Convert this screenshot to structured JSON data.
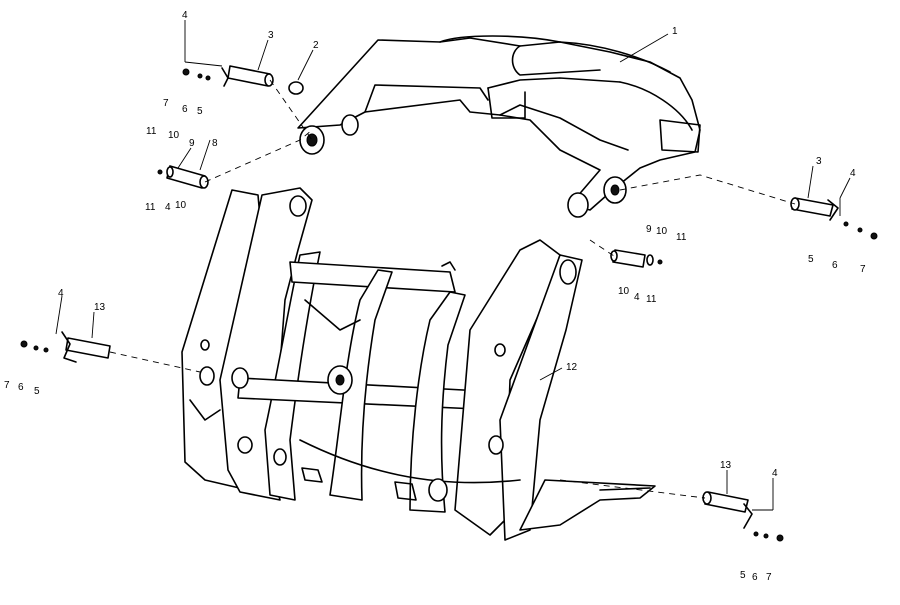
{
  "callouts": [
    {
      "id": "c-1",
      "text": "1"
    },
    {
      "id": "c-2",
      "text": "2"
    },
    {
      "id": "c-3a",
      "text": "3"
    },
    {
      "id": "c-4a",
      "text": "4"
    },
    {
      "id": "c-5a",
      "text": "5"
    },
    {
      "id": "c-6a",
      "text": "6"
    },
    {
      "id": "c-7a",
      "text": "7"
    },
    {
      "id": "c-8",
      "text": "8"
    },
    {
      "id": "c-9a",
      "text": "9"
    },
    {
      "id": "c-10a",
      "text": "10"
    },
    {
      "id": "c-10b",
      "text": "10"
    },
    {
      "id": "c-11a",
      "text": "11"
    },
    {
      "id": "c-11b",
      "text": "11"
    },
    {
      "id": "c-4b",
      "text": "4"
    },
    {
      "id": "c-3b",
      "text": "3"
    },
    {
      "id": "c-4c",
      "text": "4"
    },
    {
      "id": "c-5b",
      "text": "5"
    },
    {
      "id": "c-6b",
      "text": "6"
    },
    {
      "id": "c-7b",
      "text": "7"
    },
    {
      "id": "c-9b",
      "text": "9"
    },
    {
      "id": "c-10c",
      "text": "10"
    },
    {
      "id": "c-11c",
      "text": "11"
    },
    {
      "id": "c-10d",
      "text": "10"
    },
    {
      "id": "c-4d",
      "text": "4"
    },
    {
      "id": "c-11d",
      "text": "11"
    },
    {
      "id": "c-12",
      "text": "12"
    },
    {
      "id": "c-4e",
      "text": "4"
    },
    {
      "id": "c-13a",
      "text": "13"
    },
    {
      "id": "c-7c",
      "text": "7"
    },
    {
      "id": "c-6c",
      "text": "6"
    },
    {
      "id": "c-5c",
      "text": "5"
    },
    {
      "id": "c-13b",
      "text": "13"
    },
    {
      "id": "c-4f",
      "text": "4"
    },
    {
      "id": "c-5d",
      "text": "5"
    },
    {
      "id": "c-6d",
      "text": "6"
    },
    {
      "id": "c-7d",
      "text": "7"
    }
  ]
}
